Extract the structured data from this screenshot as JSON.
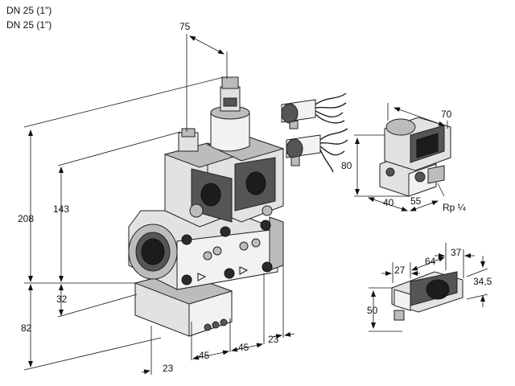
{
  "header": {
    "line1": "DN 25 (1\")",
    "line2": "DN 25 (1\")"
  },
  "main_view": {
    "dim_top": "75",
    "dim_height_total": "208",
    "dim_height_upper": "143",
    "dim_lower_32": "32",
    "dim_lower_82": "82",
    "dim_bottom_23": "23",
    "dim_bottom_45a": "45",
    "dim_bottom_45b": "45",
    "dim_right_23": "23"
  },
  "side_view": {
    "dim_width": "70",
    "dim_height": "80",
    "dim_40": "40",
    "dim_55": "55",
    "thread_label": "Rp ¼"
  },
  "switch_view": {
    "dim_27": "27",
    "dim_64": "64",
    "dim_37": "37",
    "dim_34_5": "34,5",
    "dim_50": "50"
  },
  "colors": {
    "line": "#111111",
    "body_fill": "#e2e2e2",
    "dark_fill": "#555555"
  }
}
